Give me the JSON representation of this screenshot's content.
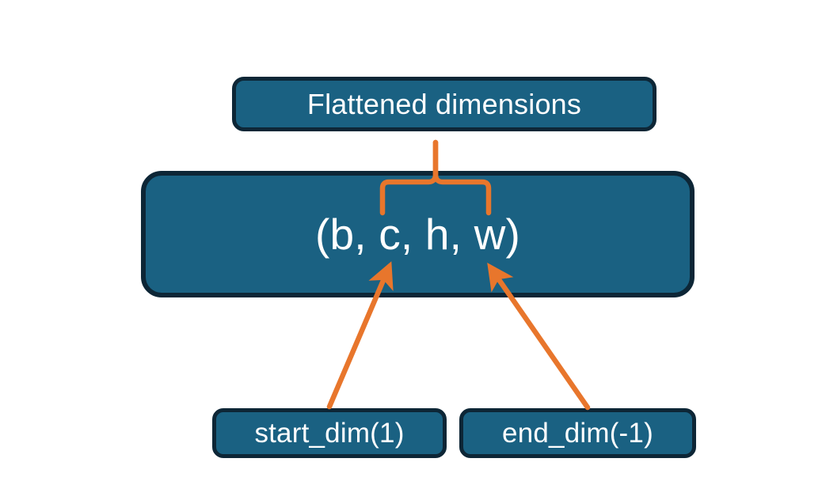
{
  "diagram": {
    "title": "Flatten dimensions diagram",
    "background_color": "#ffffff",
    "node_fill_color": "#1a6182",
    "node_border_color": "#0d2636",
    "node_text_color": "#ffffff",
    "connector_color": "#e8762c",
    "nodes": {
      "flattened": {
        "label": "Flattened dimensions",
        "role": "annotation-box"
      },
      "shape": {
        "label": "(b, c, h, w)",
        "role": "tensor-shape-box",
        "dims": [
          "b",
          "c",
          "h",
          "w"
        ]
      },
      "start_dim": {
        "label": "start_dim(1)",
        "role": "argument-box",
        "argument_value": "1"
      },
      "end_dim": {
        "label": "end_dim(-1)",
        "role": "argument-box",
        "argument_value": "-1"
      }
    },
    "connectors": [
      {
        "name": "brace-over-flattened-dims",
        "type": "curly-brace",
        "from": "flattened",
        "to": "shape",
        "spans_dims": [
          "c",
          "h",
          "w"
        ],
        "color": "#e8762c"
      },
      {
        "name": "start-dim-arrow",
        "type": "arrow",
        "from": "start_dim",
        "to": "shape",
        "points_at_dim": "c",
        "color": "#e8762c"
      },
      {
        "name": "end-dim-arrow",
        "type": "arrow",
        "from": "end_dim",
        "to": "shape",
        "points_at_dim": "w",
        "color": "#e8762c"
      }
    ]
  }
}
